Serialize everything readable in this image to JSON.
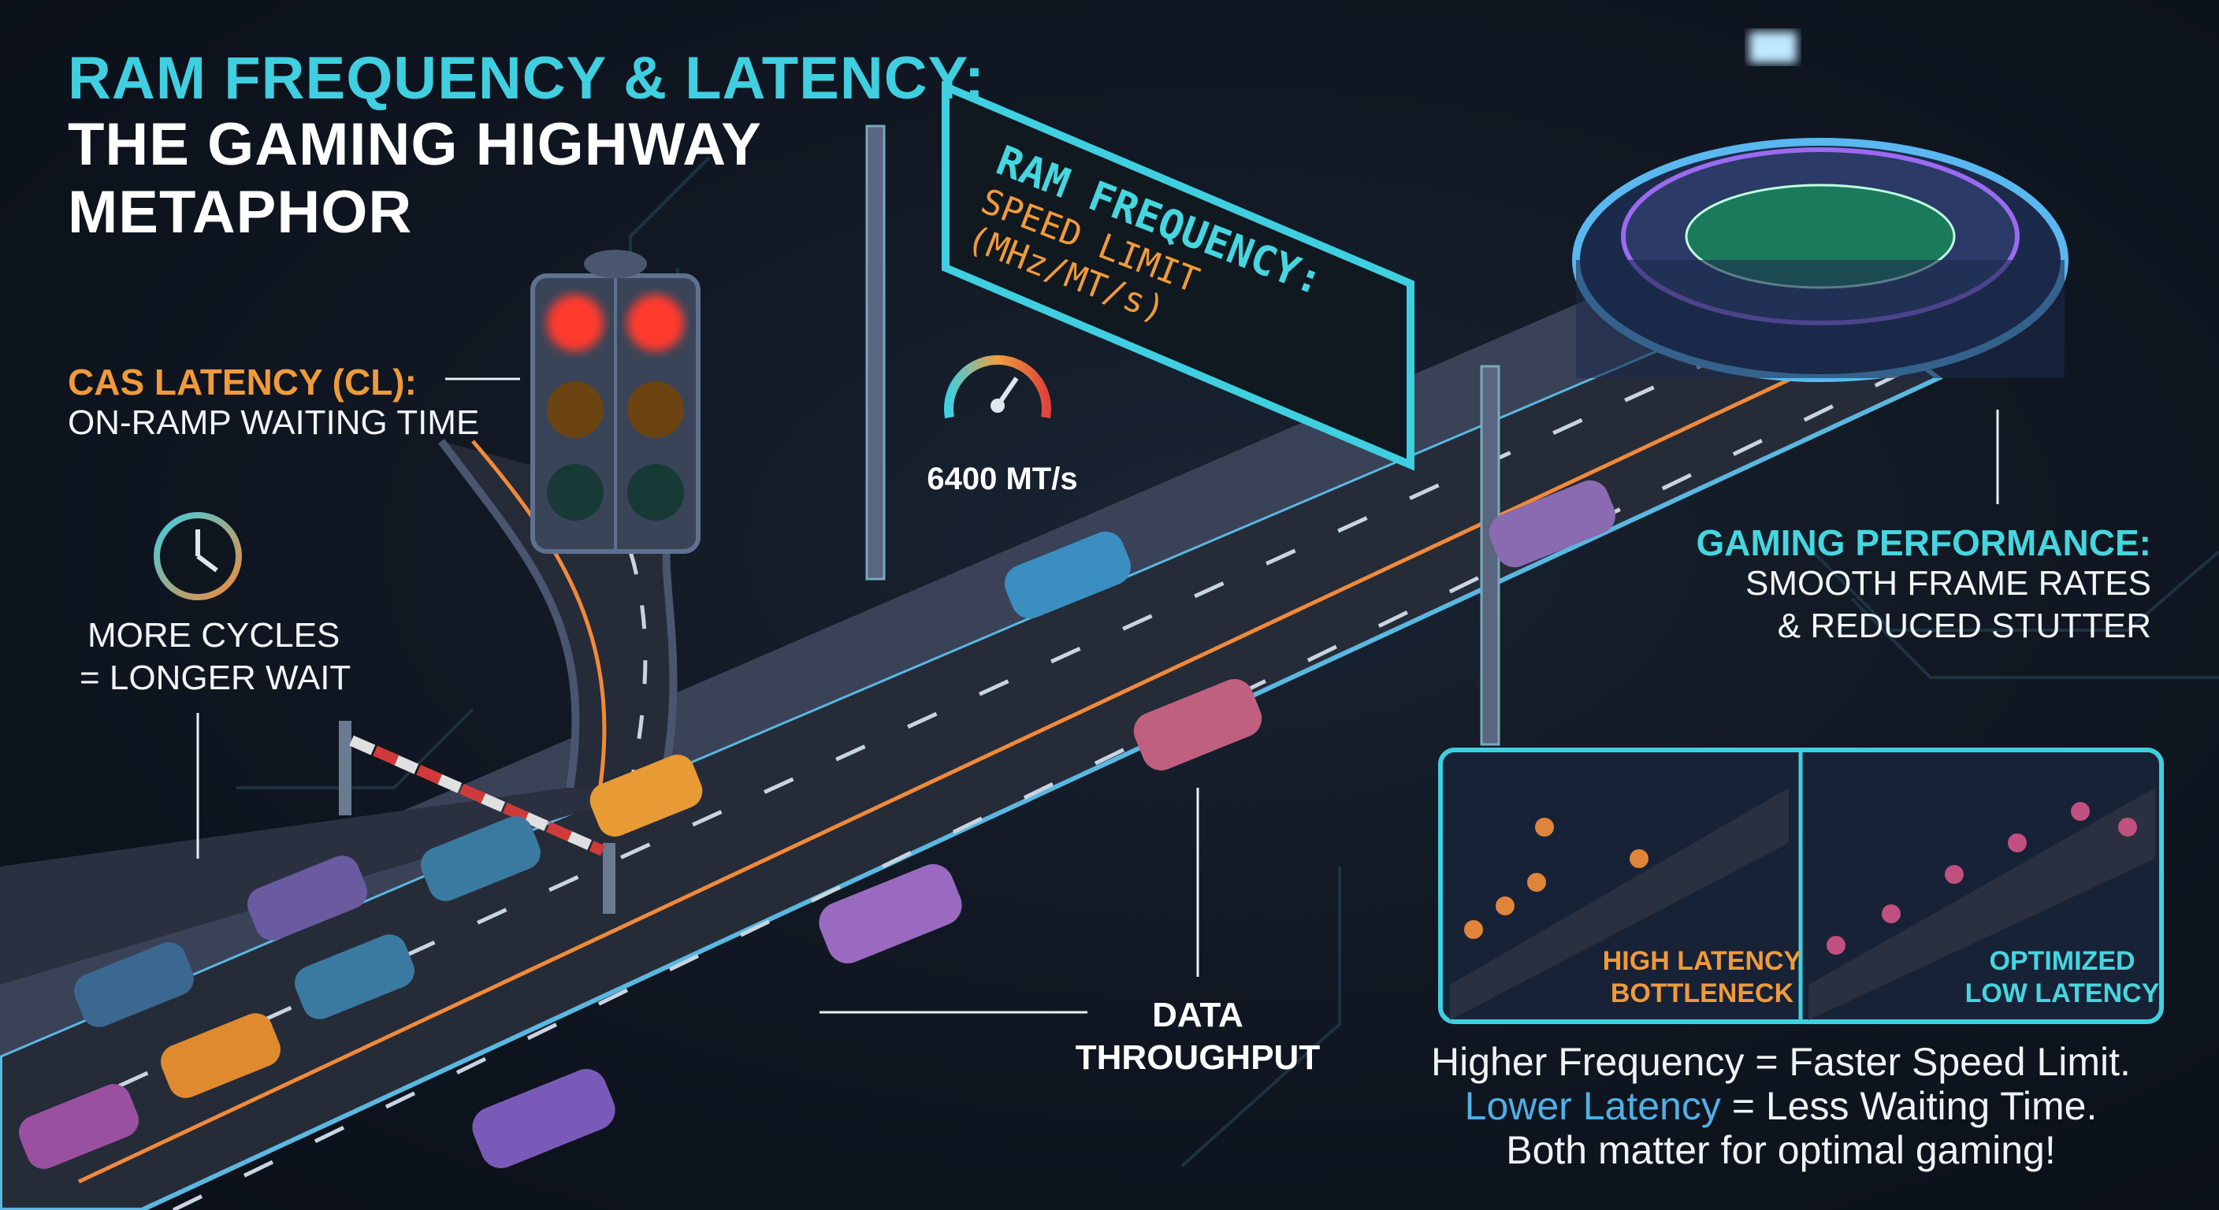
{
  "title": {
    "line1": "RAM FREQUENCY & LATENCY:",
    "line2": "THE GAMING HIGHWAY",
    "line3": "METAPHOR"
  },
  "cas_latency": {
    "heading": "CAS LATENCY (CL):",
    "subtext": "ON-RAMP WAITING TIME"
  },
  "cycles": {
    "icon": "clock-icon",
    "line1": "MORE CYCLES",
    "line2": "= LONGER WAIT"
  },
  "sign": {
    "line1": "RAM FREQUENCY:",
    "line2": "SPEED LIMIT (MHz/MT/s)"
  },
  "speedometer": {
    "icon": "speedometer-icon",
    "value": "6400 MT/s"
  },
  "gaming_performance": {
    "heading": "GAMING PERFORMANCE:",
    "line1": "SMOOTH FRAME RATES",
    "line2": "& REDUCED STUTTER"
  },
  "data_throughput": {
    "line1": "DATA",
    "line2": "THROUGHPUT"
  },
  "comparison": {
    "left": {
      "line1": "HIGH LATENCY",
      "line2": "BOTTLENECK"
    },
    "right": {
      "line1": "OPTIMIZED",
      "line2": "LOW LATENCY"
    }
  },
  "summary": {
    "line1": "Higher Frequency = Faster Speed Limit.",
    "line2_highlight": "Lower Latency",
    "line2_rest": " = Less Waiting Time.",
    "line3": "Both matter for optimal gaming!"
  },
  "colors": {
    "cyan": "#3fcfe0",
    "orange": "#f09a3a",
    "white": "#ffffff",
    "background": "#111823",
    "blue_highlight": "#4fb0e6"
  }
}
